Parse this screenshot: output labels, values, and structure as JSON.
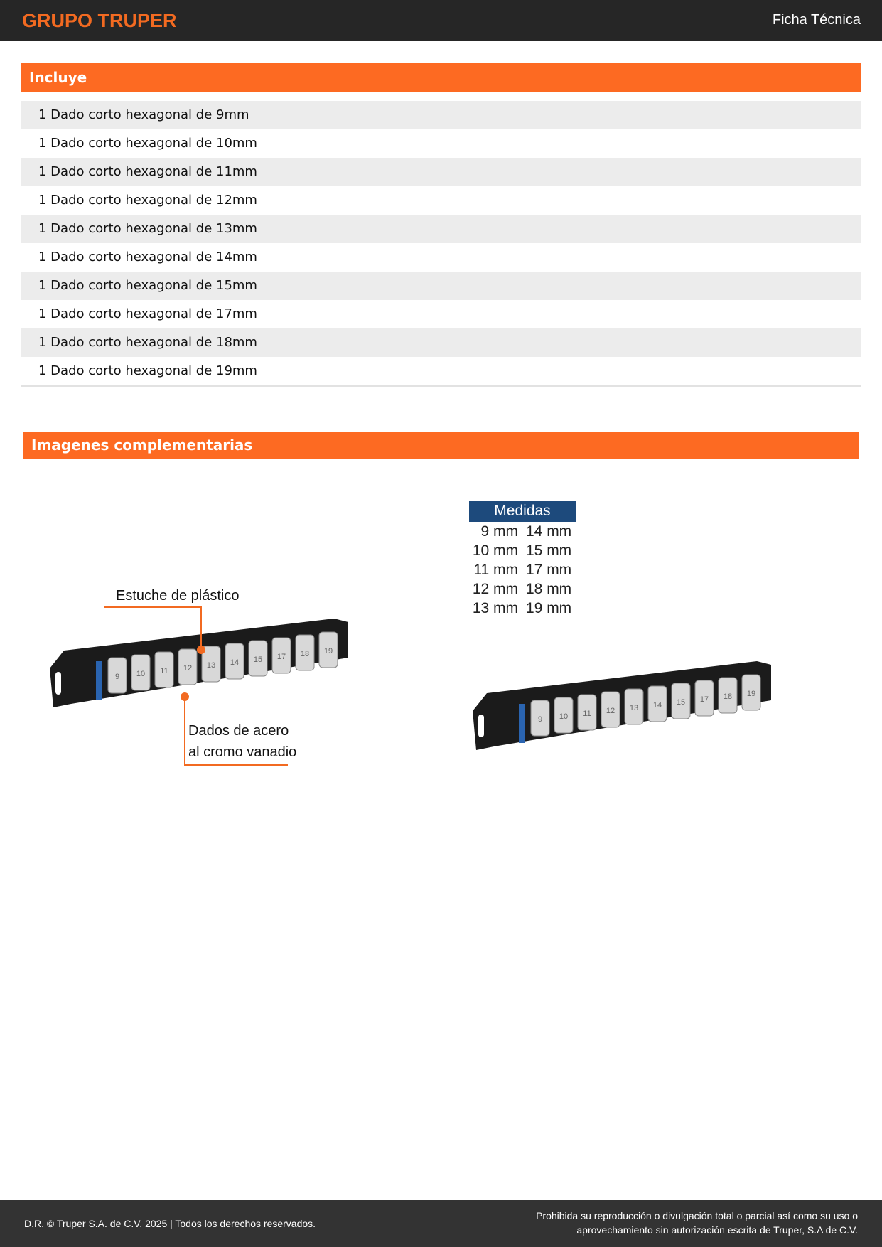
{
  "header": {
    "logo": "GRUPO TRUPER",
    "title": "Ficha Técnica"
  },
  "incluye": {
    "title": "Incluye",
    "items": [
      "1 Dado corto hexagonal de 9mm",
      "1 Dado corto hexagonal de 10mm",
      "1 Dado corto hexagonal de 11mm",
      "1 Dado corto hexagonal de 12mm",
      "1 Dado corto hexagonal de 13mm",
      "1 Dado corto hexagonal de 14mm",
      "1 Dado corto hexagonal de 15mm",
      "1 Dado corto hexagonal de 17mm",
      "1 Dado corto hexagonal de 18mm",
      "1 Dado corto hexagonal de 19mm"
    ]
  },
  "imagenes": {
    "title": "Imagenes complementarias",
    "image1": {
      "label_case": "Estuche de plástico",
      "label_sockets_1": "Dados de acero",
      "label_sockets_2": "al cromo vanadio"
    },
    "image2": {
      "medidas_title": "Medidas",
      "rows": [
        [
          "9 mm",
          "14 mm"
        ],
        [
          "10 mm",
          "15 mm"
        ],
        [
          "11 mm",
          "17 mm"
        ],
        [
          "12 mm",
          "18 mm"
        ],
        [
          "13 mm",
          "19 mm"
        ]
      ]
    },
    "socket_sizes": [
      "9",
      "10",
      "11",
      "12",
      "13",
      "14",
      "15",
      "17",
      "18",
      "19"
    ],
    "accent": "#fd6a22"
  },
  "footer": {
    "left": "D.R. © Truper S.A. de C.V. 2025 | Todos los derechos reservados.",
    "right_1": "Prohibida su reproducción o divulgación total o parcial así como su uso o",
    "right_2": "aprovechamiento sin autorización escrita de Truper, S.A de C.V."
  }
}
